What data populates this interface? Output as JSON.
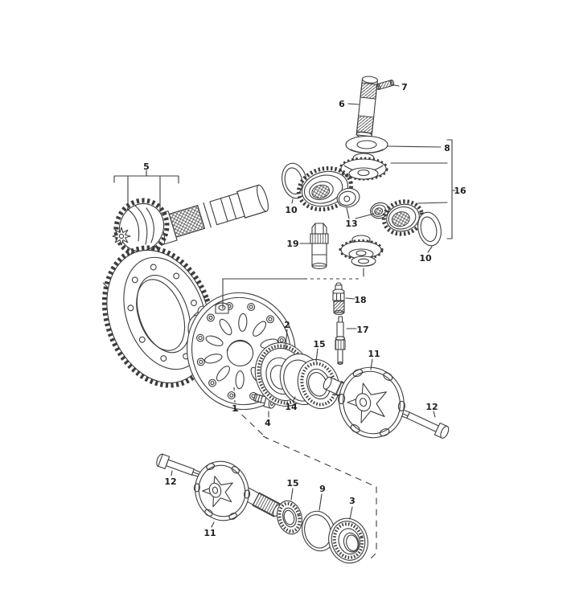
{
  "diagram": {
    "kind": "exploded-parts-diagram",
    "colors": {
      "line": "#3d3d3d",
      "label": "#1f1f1f",
      "background": "#ffffff"
    },
    "callouts": {
      "part1": "1",
      "part2": "2",
      "part3": "3",
      "part4": "4",
      "part5": "5",
      "part6": "6",
      "part7": "7",
      "part8": "8",
      "part9": "9",
      "part10_left": "10",
      "part10_right": "10",
      "part11_right": "11",
      "part11_left": "11",
      "part12_right": "12",
      "part12_left": "12",
      "part13": "13",
      "part14": "14",
      "part15_center": "15",
      "part15_bottom": "15",
      "part16": "16",
      "part17": "17",
      "part18": "18",
      "part19": "19"
    }
  }
}
